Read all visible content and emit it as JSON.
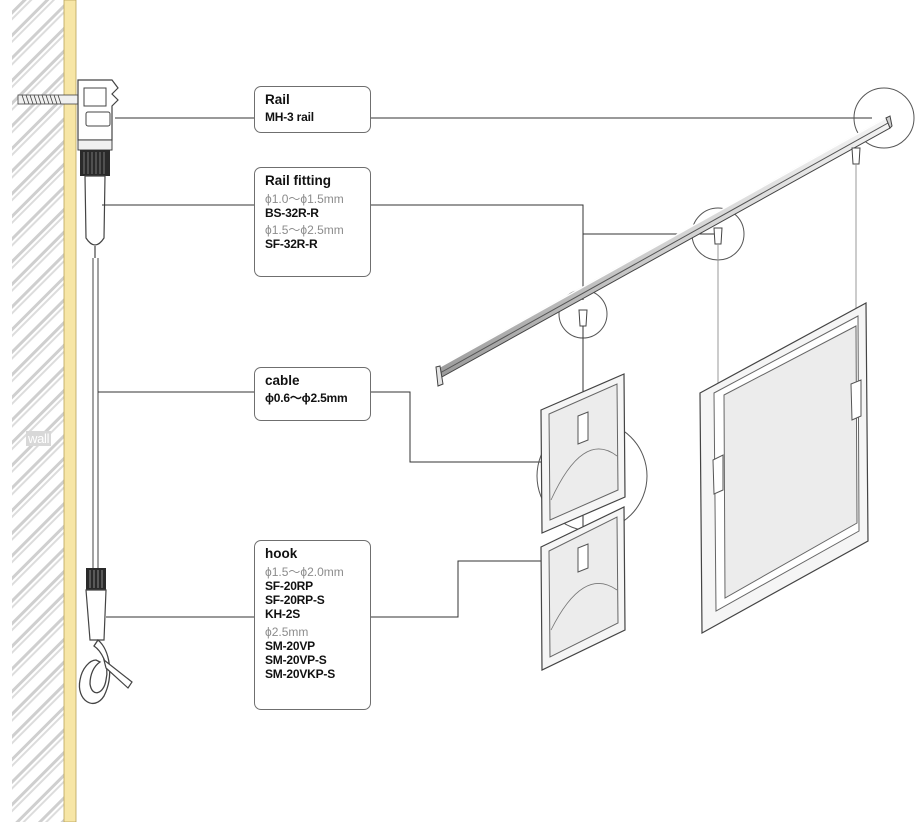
{
  "wall": {
    "label": "wall"
  },
  "callouts": {
    "rail": {
      "title": "Rail",
      "models": [
        "MH-3 rail"
      ]
    },
    "rail_fitting": {
      "title": "Rail fitting",
      "groups": [
        {
          "spec": "ϕ1.0〜ϕ1.5mm",
          "models": [
            "BS-32R-R"
          ]
        },
        {
          "spec": "ϕ1.5〜ϕ2.5mm",
          "models": [
            "SF-32R-R"
          ]
        }
      ]
    },
    "cable": {
      "title": "cable",
      "models": [
        "ϕ0.6〜ϕ2.5mm"
      ]
    },
    "hook": {
      "title": "hook",
      "groups": [
        {
          "spec": "ϕ1.5〜ϕ2.0mm",
          "models": [
            "SF-20RP",
            "SF-20RP-S",
            "KH-2S"
          ]
        },
        {
          "spec": "ϕ2.5mm",
          "models": [
            "SM-20VP",
            "SM-20VP-S",
            "SM-20VKP-S"
          ]
        }
      ]
    }
  },
  "colors": {
    "wall_stripe": "#cfcfcf",
    "wall_board": "#f7e6a6",
    "line": "#333333",
    "frame": "#e6e6e6",
    "glass": "#ececec"
  }
}
